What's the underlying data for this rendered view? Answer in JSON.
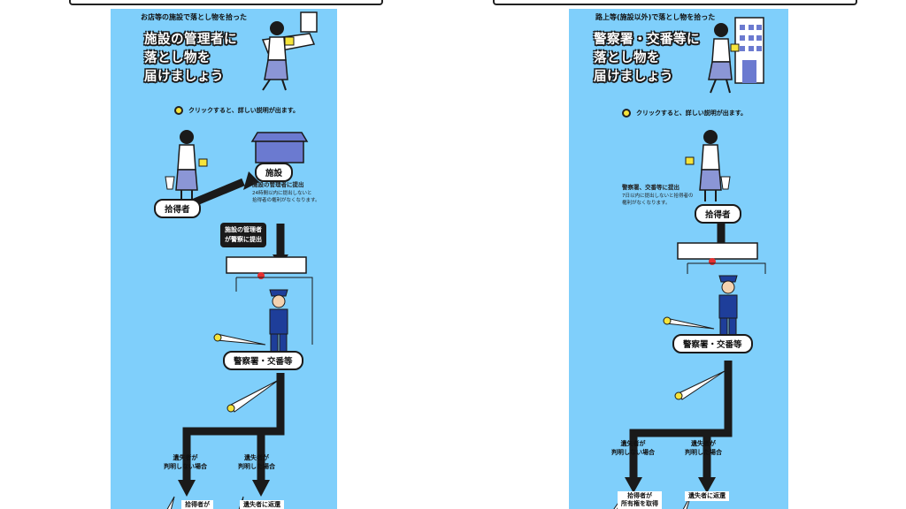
{
  "panels": [
    {
      "caption": "お店等の施設で落とし物を拾った",
      "headline": [
        "施設の管理者に",
        "落とし物を",
        "届けましょう"
      ],
      "hint": "クリックすると、詳しい説明が出ます。",
      "nodes": {
        "facility": "施設",
        "finder": "拾得者",
        "police": "警察署・交番等"
      },
      "facility_note_title": "施設の管理者に提出",
      "facility_note_body": [
        "24時間以内に提出しないと",
        "拾得者の権利がなくなります。"
      ],
      "manager_box": [
        "施設の管理者",
        "が警察に提出"
      ],
      "branches": {
        "left": [
          "遺失者が",
          "判明しない場合"
        ],
        "right": [
          "遺失者が",
          "判明した場合"
        ]
      },
      "outcomes": {
        "left": [
          "拾得者が"
        ],
        "right": [
          "遺失者に返還"
        ]
      }
    },
    {
      "caption": "路上等(施設以外)で落とし物を拾った",
      "headline": [
        "警察署・交番等に",
        "落とし物を",
        "届けましょう"
      ],
      "hint": "クリックすると、詳しい説明が出ます。",
      "nodes": {
        "finder": "拾得者",
        "police": "警察署・交番等"
      },
      "finder_note_title": "警察署、交番等に提出",
      "finder_note_body": [
        "7日以内に提出しないと拾得者の",
        "権利がなくなります。"
      ],
      "branches": {
        "left": [
          "遺失者が",
          "判明しない場合"
        ],
        "right": [
          "遺失者が",
          "判明した場合"
        ]
      },
      "outcomes": {
        "left": [
          "拾得者が",
          "所有権を取得"
        ],
        "right": [
          "遺失者に返還"
        ]
      }
    }
  ],
  "colors": {
    "panel_bg": "#7fcffb",
    "arrow": "#1a1a1a",
    "police_uniform": "#1e3e9a",
    "woman_skirt": "#8b96d6",
    "building": "#6b7ad0",
    "hint_dot": "#f6e43a",
    "alarm_light": "#e53030"
  },
  "icons": [
    "woman-holding-item-icon",
    "building-icon",
    "police-officer-icon",
    "counter-bar-icon",
    "pointer-beam-icon",
    "info-dot-icon"
  ]
}
